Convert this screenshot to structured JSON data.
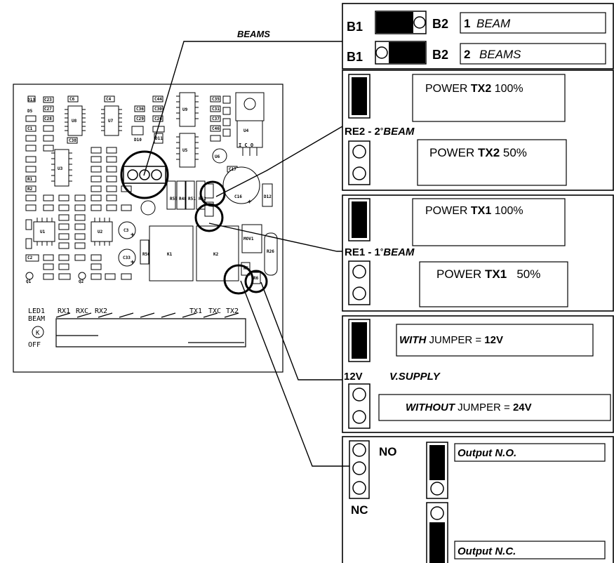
{
  "beams_label": "BEAMS",
  "b1": "B1",
  "b2": "B2",
  "beam1_num": "1",
  "beam1_text": "BEAM",
  "beam2_num": "2",
  "beam2_text": "BEAMS",
  "power_prefix": "POWER",
  "tx2": "TX2",
  "tx1": "TX1",
  "pct100": "100%",
  "pct50": "50%",
  "re2_label": "RE2 - 2",
  "re1_label": "RE1 - 1",
  "beam_word": "BEAM",
  "deg": "°",
  "with_word": "WITH",
  "without_word": "WITHOUT",
  "jumper_eq": "JUMPER =",
  "v12": "12V",
  "v24": "24V",
  "vsupply_12v": "12V",
  "vsupply": "V.SUPPLY",
  "no": "NO",
  "nc": "NC",
  "output_no": "Output N.O.",
  "output_nc": "Output N.C.",
  "terminal_labels": [
    "RX1",
    "RXC",
    "RX2",
    "TX1",
    "TXC",
    "TX2"
  ],
  "led1": "LED1",
  "led_beam": "BEAM",
  "led_k": "K",
  "led_off": "OFF",
  "components": [
    "D13",
    "C23",
    "C6",
    "C4",
    "C44",
    "C36",
    "D5",
    "C27",
    "U8",
    "U7",
    "C30",
    "U9",
    "C35",
    "C31",
    "C37",
    "C46",
    "C29",
    "D10",
    "D11",
    "U5",
    "C26",
    "U4",
    "C28",
    "C1",
    "U3",
    "C38",
    "U6",
    "C17",
    "R1",
    "R2",
    "C16",
    "D12",
    "R58",
    "R48",
    "R51",
    "R52",
    "C3",
    "U1",
    "U2",
    "R26",
    "MOV1",
    "K1",
    "K2",
    "C33",
    "R56",
    "C2",
    "Q1",
    "Q2",
    "R5",
    "R6"
  ],
  "u4_pins": "I C O",
  "c16_plus": "+",
  "c3_plus": "+",
  "c33_plus": "+"
}
